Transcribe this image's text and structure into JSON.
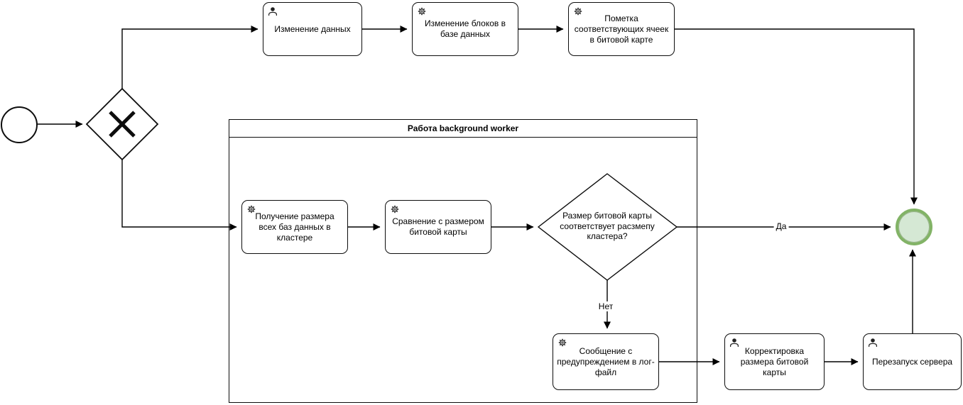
{
  "subprocess": {
    "title": "Работа background worker"
  },
  "nodes": {
    "start_event": {
      "type": "start-event"
    },
    "gateway": {
      "type": "exclusive-gateway"
    },
    "change_data": {
      "label": "Изменение данных",
      "task_type": "user"
    },
    "change_blocks": {
      "label": "Изменение блоков в базе данных",
      "task_type": "service"
    },
    "mark_cells": {
      "label": "Пометка соответствующих ячеек в битовой карте",
      "task_type": "service"
    },
    "get_sizes": {
      "label": "Получение размера всех баз данных в кластере",
      "task_type": "service"
    },
    "compare": {
      "label": "Сравнение с размером битовой карты",
      "task_type": "service"
    },
    "size_decision": {
      "label": "Размер битовой карты соответствует расзмепу кластера?"
    },
    "log_warning": {
      "label": "Сообщение с предупреждением в лог-файл",
      "task_type": "service"
    },
    "adjust_bitmap": {
      "label": "Корректировка размера битовой карты",
      "task_type": "user"
    },
    "restart_server": {
      "label": "Перезапуск сервера",
      "task_type": "user"
    },
    "end_event": {
      "type": "end-event"
    }
  },
  "edge_labels": {
    "yes": "Да",
    "no": "Нет"
  },
  "icons": {
    "user_task": "person-icon",
    "service_task": "gear-icon"
  },
  "colors": {
    "line": "#000000",
    "shape_stroke": "#0d0d0d",
    "shape_fill": "#ffffff",
    "end_event_stroke": "#82b366",
    "end_event_fill": "#d5e8d4"
  }
}
